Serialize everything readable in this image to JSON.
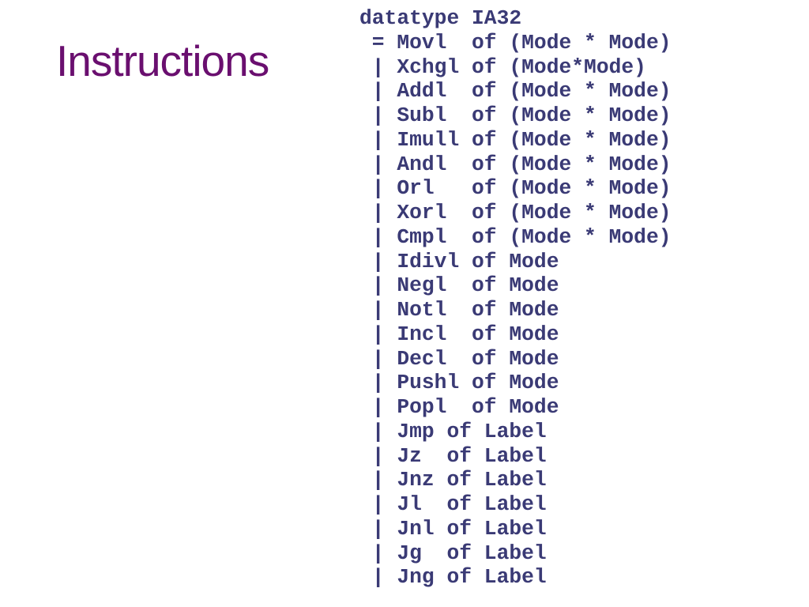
{
  "slide": {
    "title": "Instructions",
    "code": {
      "language": "ml-datatype-declaration",
      "lines": [
        "datatype IA32",
        " = Movl  of (Mode * Mode)",
        " | Xchgl of (Mode*Mode)",
        " | Addl  of (Mode * Mode)",
        " | Subl  of (Mode * Mode)",
        " | Imull of (Mode * Mode)",
        " | Andl  of (Mode * Mode)",
        " | Orl   of (Mode * Mode)",
        " | Xorl  of (Mode * Mode)",
        " | Cmpl  of (Mode * Mode)",
        " | Idivl of Mode",
        " | Negl  of Mode",
        " | Notl  of Mode",
        " | Incl  of Mode",
        " | Decl  of Mode",
        " | Pushl of Mode",
        " | Popl  of Mode",
        " | Jmp of Label",
        " | Jz  of Label",
        " | Jnz of Label",
        " | Jl  of Label",
        " | Jnl of Label",
        " | Jg  of Label",
        " | Jng of Label"
      ]
    }
  },
  "colors": {
    "background": "#ffffff",
    "title": "#6A0F6F",
    "code": "#3A3A75"
  }
}
